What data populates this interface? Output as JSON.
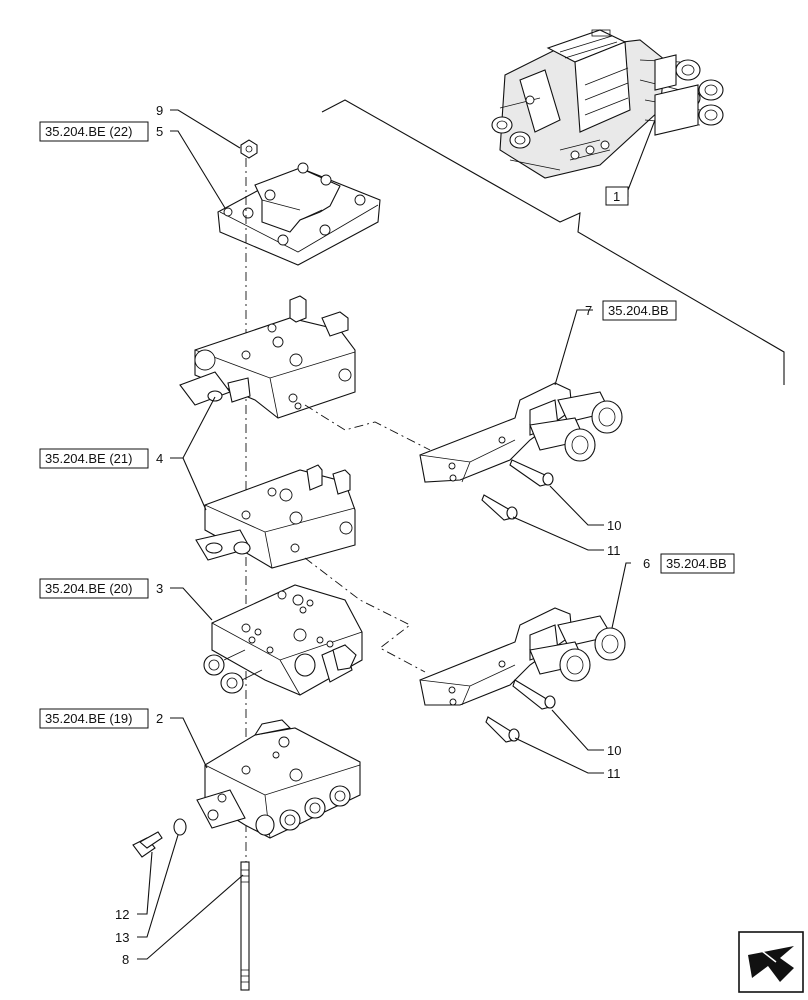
{
  "callouts": {
    "c1": "1",
    "c2": "2",
    "c3": "3",
    "c4": "4",
    "c5": "5",
    "c6": "6",
    "c7": "7",
    "c8": "8",
    "c9": "9",
    "c10a": "10",
    "c10b": "10",
    "c11a": "11",
    "c11b": "11",
    "c12": "12",
    "c13": "13"
  },
  "references": {
    "r22": "35.204.BE (22)",
    "r21": "35.204.BE (21)",
    "r20": "35.204.BE (20)",
    "r19": "35.204.BE (19)",
    "bb7": "35.204.BB",
    "bb6": "35.204.BB"
  },
  "nav_icon": "arrow-navigation-icon"
}
